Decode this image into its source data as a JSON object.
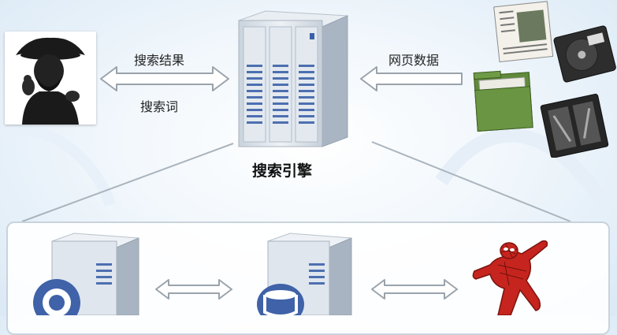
{
  "diagram": {
    "labels": {
      "search_results": "搜索结果",
      "search_terms": "搜索词",
      "web_data": "网页数据",
      "search_engine": "搜索引擎"
    }
  },
  "colors": {
    "arrow_fill": "#ffffff",
    "arrow_stroke": "#9aa3ab",
    "server_body": "#dfe6ee",
    "server_vents": "#4d6fb0",
    "panel_border": "#c9d3dc",
    "silhouette": "#1a1a1a",
    "spider_red": "#c6241e"
  },
  "icons": [
    "pirate-user-icon",
    "server-icon",
    "documents-icon",
    "database-server-icon",
    "spider-icon"
  ]
}
